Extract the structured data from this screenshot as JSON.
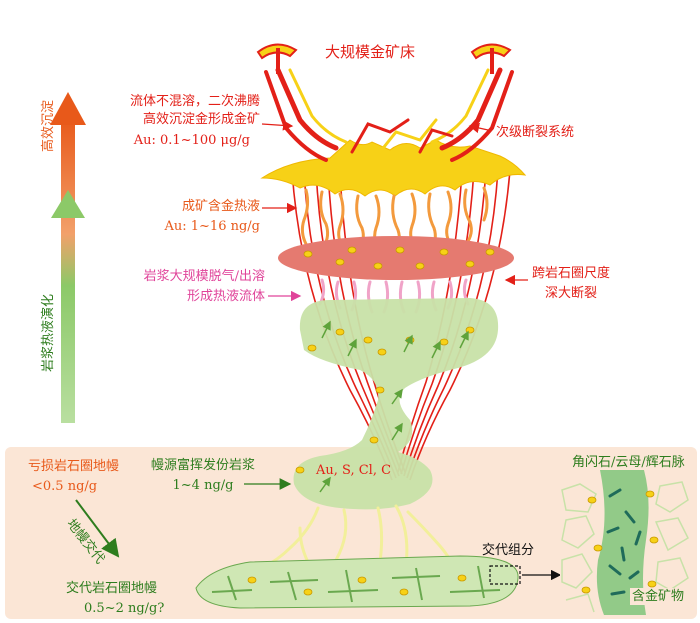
{
  "title": "大规模金矿床",
  "labels": {
    "immiscible_line1": "流体不混溶，二次沸腾",
    "immiscible_line2": "高效沉淀金形成金矿",
    "au_deposit": "Au: 0.1~100 μg/g",
    "secondary_faults": "次级断裂系统",
    "ore_fluid": "成矿含金热液",
    "au_fluid": "Au: 1~16 ng/g",
    "degas_line1": "岩浆大规模脱气/出溶",
    "degas_line2": "形成热液流体",
    "deep_fault_line1": "跨岩石圈尺度",
    "deep_fault_line2": "深大断裂",
    "depleted_mantle": "亏损岩石圈地幔",
    "depleted_au": "<0.5 ng/g",
    "volatile_magma": "幔源富挥发份岩浆",
    "magma_au": "1~4 ng/g",
    "elements": "Au, S, Cl, C",
    "metasomatism": "地幔交代",
    "metasomatized_mantle": "交代岩石圈地幔",
    "metasomatized_au": "0.5~2 ng/g?",
    "metasomatic_assemblage": "交代组分",
    "vein_minerals": "角闪石/云母/辉石脉",
    "au_minerals": "含金矿物"
  },
  "arrows": {
    "upper": "高效沉淀",
    "lower": "岩浆热液演化"
  },
  "colors": {
    "orange": "#e8591a",
    "green": "#2e7d1e",
    "pink": "#e0449a",
    "red": "#e32018",
    "gold": "#f7d117",
    "mantle_bg": "#fbe6d6",
    "pale_green": "#c8e2a8",
    "ellipse_red": "#e57a70"
  }
}
